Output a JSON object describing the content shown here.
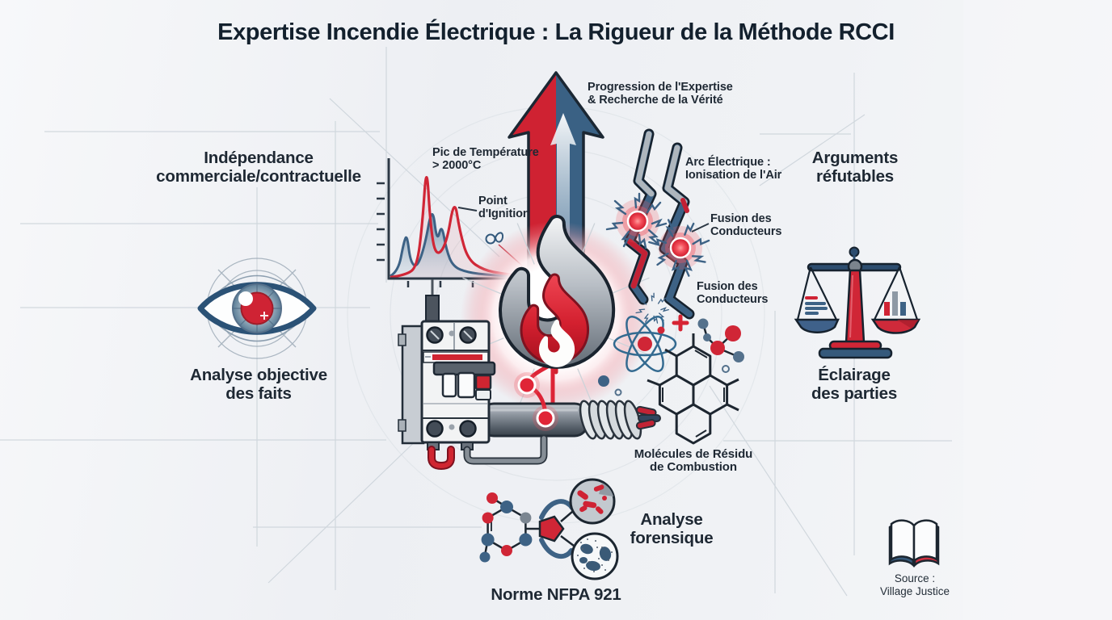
{
  "title": "Expertise Incendie Électrique : La Rigueur de la Méthode RCCI",
  "colors": {
    "accent_red": "#d02636",
    "steel_blue": "#3d6285",
    "dark_navy": "#1c2733",
    "text": "#1e2833",
    "background": "#f0f2f5",
    "grid_line": "#c9d1d8",
    "glow_pink": "#f6bdc3"
  },
  "annotations": {
    "progression": {
      "line1": "Progression de l'Expertise",
      "line2": "& Recherche de la Vérité"
    },
    "pic_temperature": {
      "line1": "Pic de Température",
      "line2": "> 2000°C"
    },
    "point_ignition": {
      "line1": "Point",
      "line2": "d'Ignition"
    },
    "arc_electrique": {
      "line1": "Arc Électrique :",
      "line2": "Ionisation de l'Air"
    },
    "fusion_conducteurs_1": {
      "line1": "Fusion des",
      "line2": "Conducteurs"
    },
    "fusion_conducteurs_2": {
      "line1": "Fusion des",
      "line2": "Conducteurs"
    },
    "molecules_residu": {
      "line1": "Molécules de Résidu",
      "line2": "de Combustion"
    }
  },
  "sections": {
    "independance": {
      "line1": "Indépendance",
      "line2": "commerciale/contractuelle"
    },
    "analyse_objective": {
      "line1": "Analyse objective",
      "line2": "des faits"
    },
    "arguments_refutables": {
      "line1": "Arguments",
      "line2": "réfutables"
    },
    "eclairage_parties": {
      "line1": "Éclairage",
      "line2": "des parties"
    },
    "analyse_forensique": {
      "line1": "Analyse",
      "line2": "forensique"
    },
    "norme_nfpa": "Norme NFPA 921"
  },
  "source": {
    "line1": "Source :",
    "line2": "Village Justice"
  },
  "icons": {
    "arrow": "upward-arrow-icon",
    "chart": "temperature-peak-chart",
    "flame": "flame-icon",
    "breaker": "circuit-breaker-icon",
    "cable": "armored-cable-icon",
    "bolts": "lightning-bolt-icon",
    "eye": "eye-icon",
    "scales": "scales-of-justice-icon",
    "atom": "atom-icon",
    "pyrene": "aromatic-molecule-icon",
    "forensic": "molecule-magnifier-icon",
    "book": "open-book-icon"
  },
  "chart_data": {
    "type": "line",
    "title": "",
    "xlabel": "",
    "ylabel": "",
    "axis_labeled": false,
    "annotations": [
      "Pic de Température > 2000°C",
      "Point d'Ignition"
    ],
    "series": [
      {
        "name": "courbe-rouge",
        "color": "#d02636",
        "normalized_points": [
          [
            0,
            0.01
          ],
          [
            0.12,
            0.03
          ],
          [
            0.2,
            0.1
          ],
          [
            0.24,
            0.45
          ],
          [
            0.272,
            0.98
          ],
          [
            0.3,
            0.45
          ],
          [
            0.34,
            0.18
          ],
          [
            0.42,
            0.28
          ],
          [
            0.48,
            0.68
          ],
          [
            0.52,
            0.4
          ],
          [
            0.58,
            0.16
          ],
          [
            0.7,
            0.07
          ],
          [
            0.85,
            0.04
          ],
          [
            1,
            0.02
          ]
        ]
      },
      {
        "name": "courbe-bleue",
        "color": "#3d6285",
        "normalized_points": [
          [
            0,
            0.02
          ],
          [
            0.06,
            0.06
          ],
          [
            0.1,
            0.3
          ],
          [
            0.125,
            0.37
          ],
          [
            0.15,
            0.14
          ],
          [
            0.2,
            0.09
          ],
          [
            0.26,
            0.28
          ],
          [
            0.315,
            0.62
          ],
          [
            0.35,
            0.3
          ],
          [
            0.385,
            0.46
          ],
          [
            0.42,
            0.24
          ],
          [
            0.47,
            0.1
          ],
          [
            0.58,
            0.05
          ],
          [
            0.75,
            0.03
          ],
          [
            1,
            0.01
          ]
        ]
      }
    ]
  }
}
